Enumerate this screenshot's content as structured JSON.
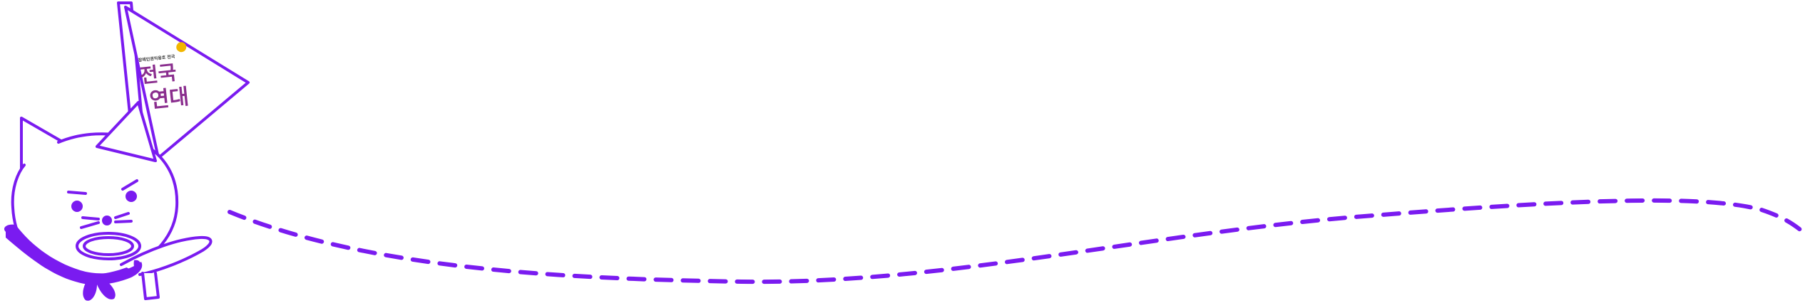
{
  "flag": {
    "small_text": "장애인권익옹호 전국",
    "big_text_line1": "전국",
    "big_text_line2": "연대"
  },
  "colors": {
    "stroke": "#7a1bf0",
    "fill": "#7a1bf0",
    "flag_text": "#8a2e8e",
    "flag_small_text": "#3a3a3a",
    "sun": "#f2b600",
    "background": "#ffffff"
  },
  "icons": {
    "mascot": "cat-mascot-icon",
    "flag": "pennant-flag-icon",
    "path": "dashed-wave-line"
  }
}
